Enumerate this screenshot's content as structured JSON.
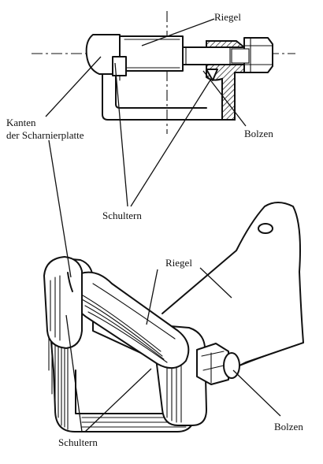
{
  "labels": {
    "riegel_top": "Riegel",
    "kanten_line1": "Kanten",
    "kanten_line2": "der Scharnierplatte",
    "bolzen_top": "Bolzen",
    "schultern_top": "Schultern",
    "riegel_bottom": "Riegel",
    "bolzen_bottom": "Bolzen",
    "schultern_bottom": "Schultern"
  },
  "ink_color": "#111111",
  "background_color": "#ffffff"
}
